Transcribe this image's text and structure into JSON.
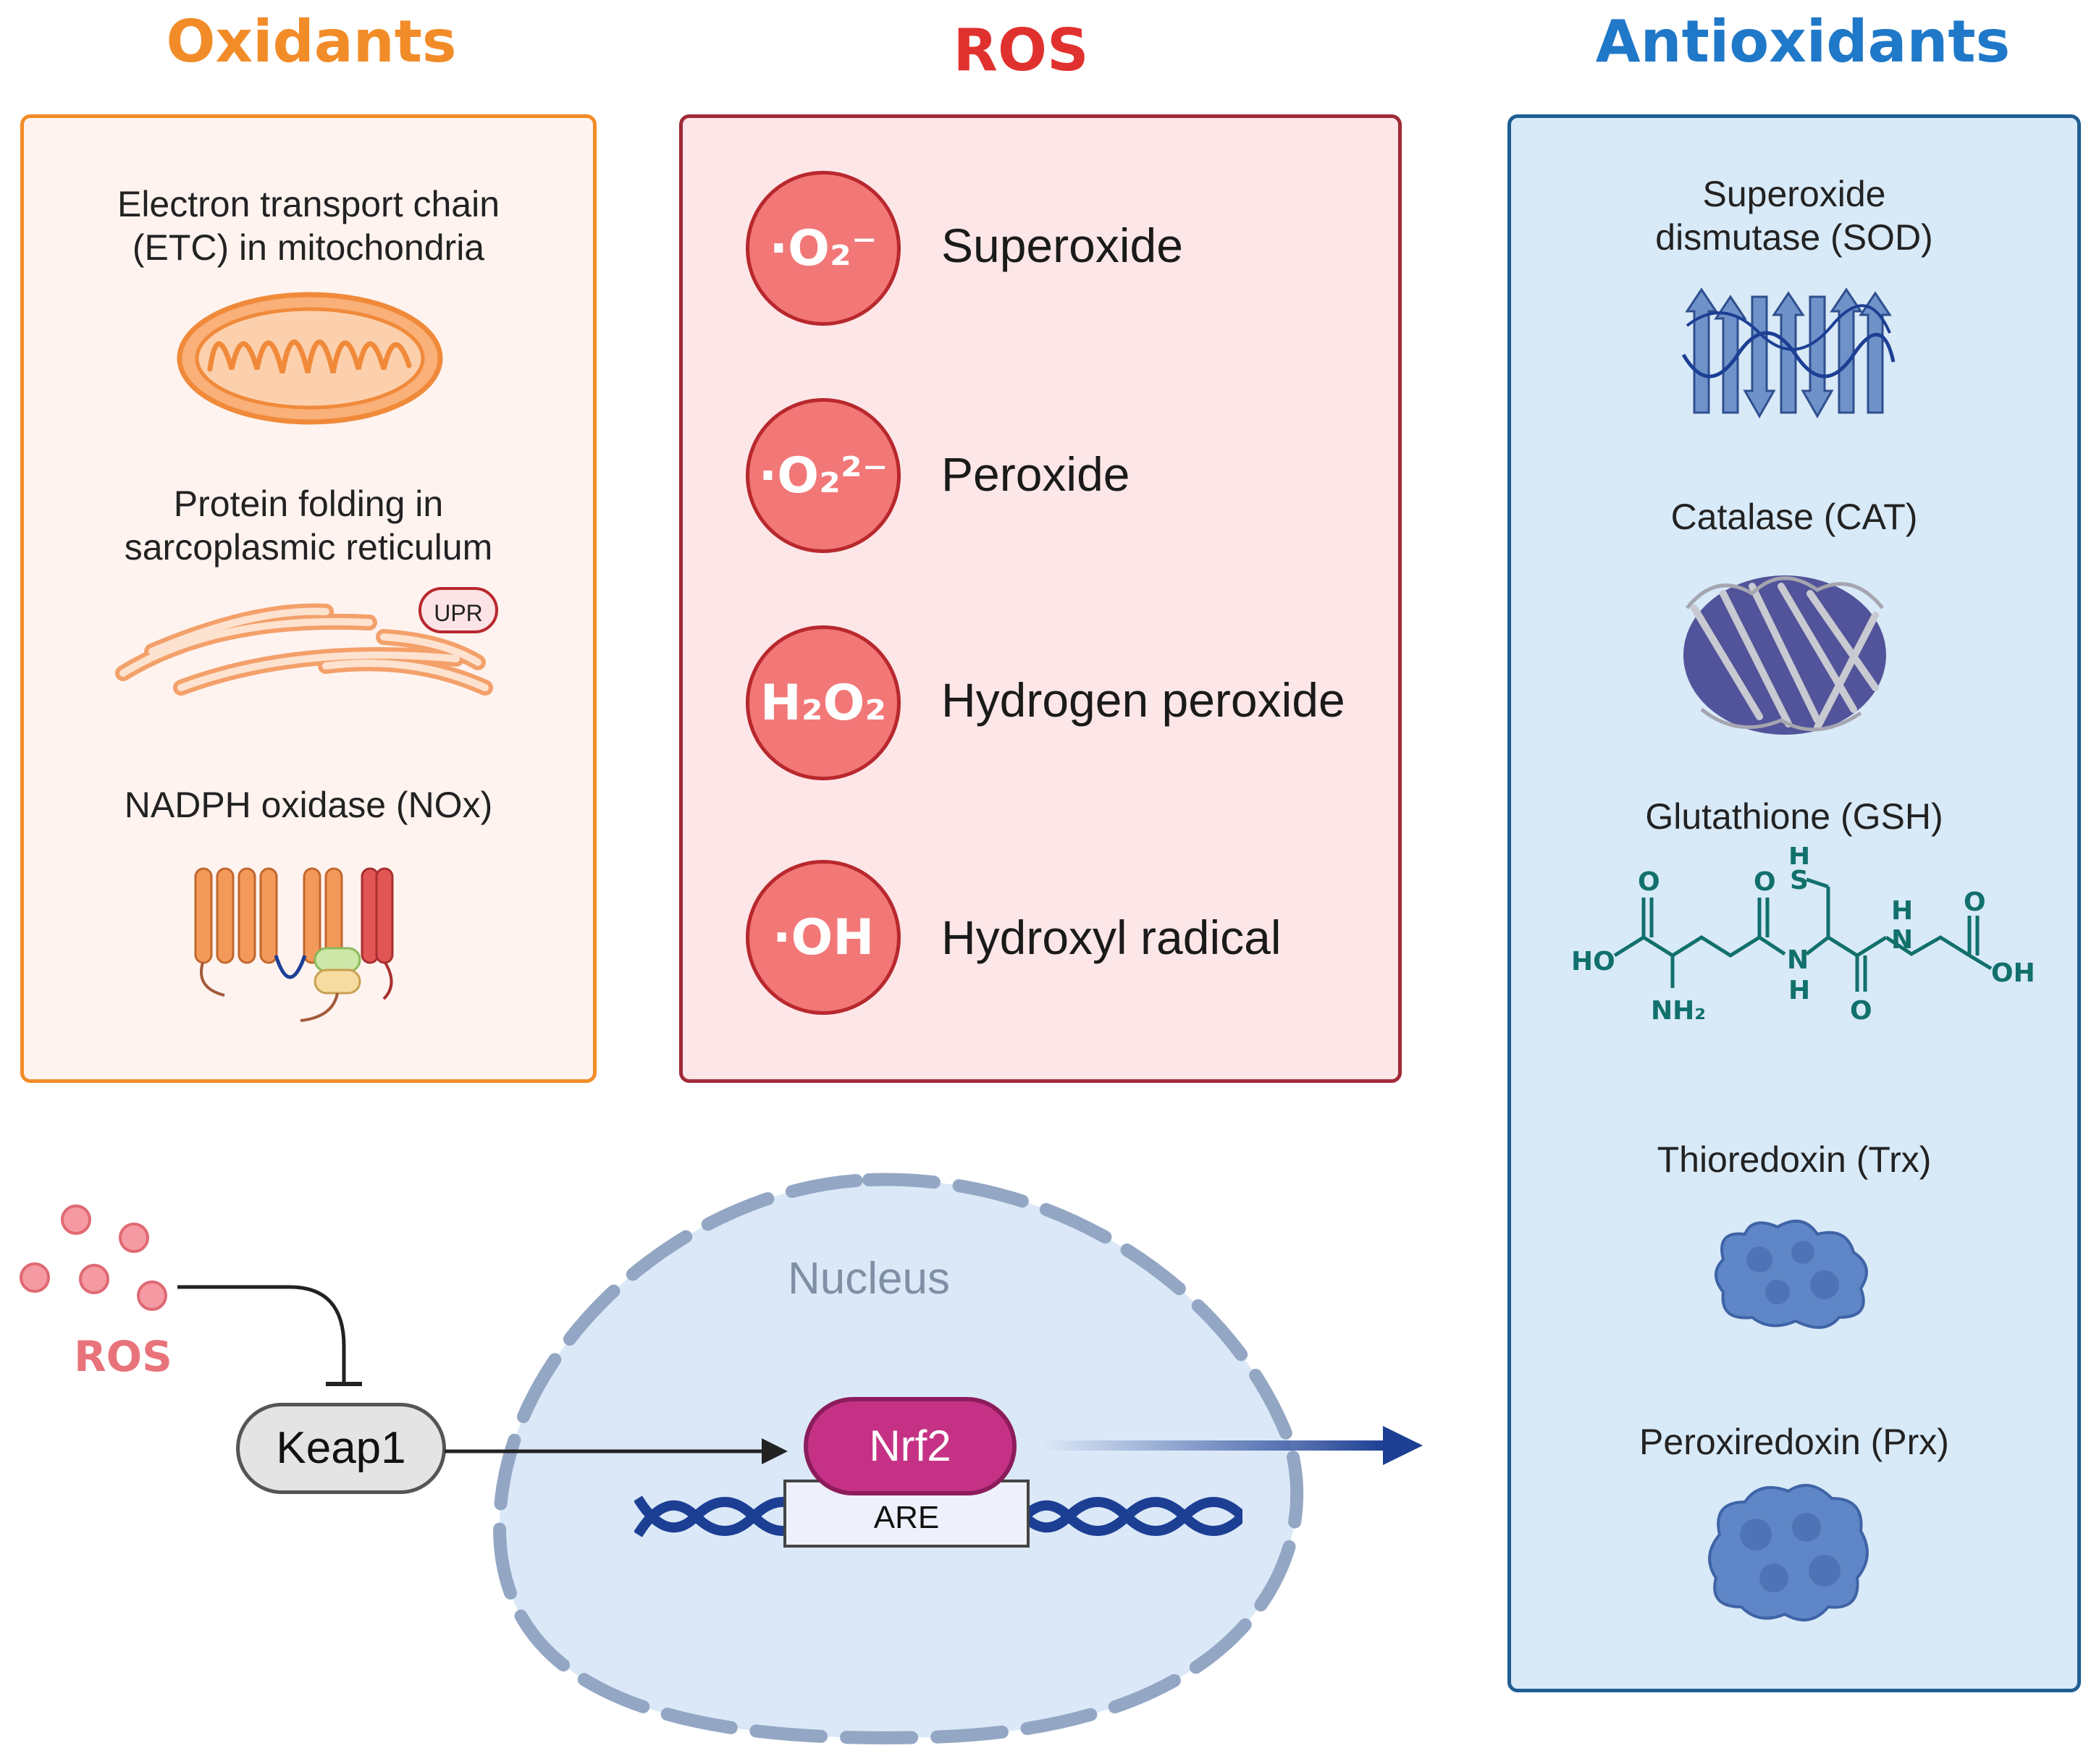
{
  "headings": {
    "oxidants": "Oxidants",
    "ros": "ROS",
    "antioxidants": "Antioxidants"
  },
  "oxidants": {
    "etc": [
      "Electron transport chain",
      "(ETC) in mitochondria"
    ],
    "protein_folding": [
      "Protein folding in",
      "sarcoplasmic reticulum"
    ],
    "upr": "UPR",
    "nox": "NADPH oxidase (NOx)"
  },
  "ros_species": [
    {
      "formula": "·O₂⁻",
      "name": "Superoxide"
    },
    {
      "formula": "·O₂²⁻",
      "name": "Peroxide"
    },
    {
      "formula": "H₂O₂",
      "name": "Hydrogen peroxide"
    },
    {
      "formula": "·OH",
      "name": "Hydroxyl radical"
    }
  ],
  "antioxidants": {
    "sod": [
      "Superoxide",
      "dismutase (SOD)"
    ],
    "cat": "Catalase (CAT)",
    "gsh": "Glutathione (GSH)",
    "trx": "Thioredoxin (Trx)",
    "prx": "Peroxiredoxin (Prx)",
    "gsh_atoms": {
      "H": "H",
      "S": "S",
      "O": "O",
      "N": "N",
      "HO": "HO",
      "OH": "OH",
      "NH2": "NH₂"
    }
  },
  "pathway": {
    "ros": "ROS",
    "keap1": "Keap1",
    "nucleus": "Nucleus",
    "nrf2": "Nrf2",
    "are": "ARE"
  },
  "colors": {
    "oxidants": "#f28c28",
    "ros": "#e0312f",
    "antioxidants": "#1f78c8",
    "nrf2": "#c53285",
    "dna": "#1c3f94"
  }
}
